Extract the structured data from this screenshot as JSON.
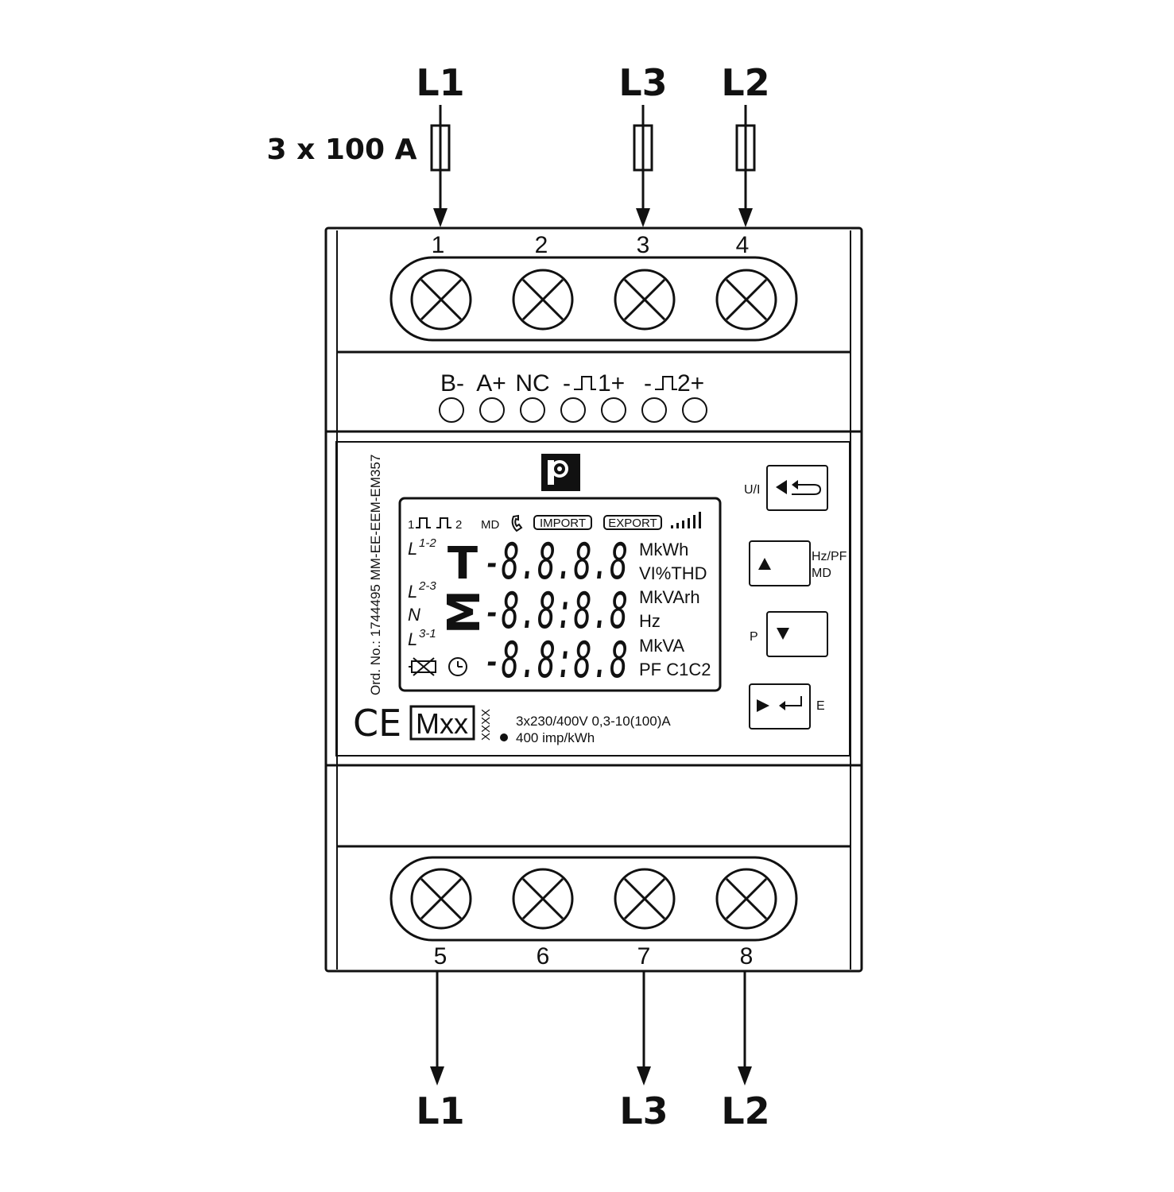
{
  "leads": {
    "top": [
      "L1",
      "L3",
      "L2"
    ],
    "bottom": [
      "L1",
      "L3",
      "L2"
    ]
  },
  "fuse_label": "3 x 100 A",
  "terminals": {
    "top_numbers": [
      "1",
      "2",
      "3",
      "4"
    ],
    "bottom_numbers": [
      "5",
      "6",
      "7",
      "8"
    ]
  },
  "signal_terminals": {
    "b_minus": "B-",
    "a_plus": "A+",
    "nc": "NC",
    "pulse1": "1+",
    "pulse2": "2+",
    "minus": "-"
  },
  "order_number": "Ord. No.: 1744495 MM-EE-EEM-EM357",
  "lcd": {
    "pulse1": "1",
    "pulse2": "2",
    "md": "MD",
    "import": "IMPORT",
    "export": "EXPORT",
    "l12": "L",
    "l12_sup": "1-2",
    "l23": "L",
    "l23_sup": "2-3",
    "n": "N",
    "l31": "L",
    "l31_sup": "3-1",
    "row_t": "T",
    "row_m": "M",
    "digits1": "-8.8.8.8",
    "digits2": "-8.8:8.8",
    "digits3": "-8.8:8.8",
    "units": [
      "MkWh",
      "VI%THD",
      "MkVArh",
      "Hz",
      "MkVA",
      "PF C1C2"
    ]
  },
  "buttons": {
    "ui_label": "U/I",
    "hzpf_label": "Hz/PF",
    "md_label": "MD",
    "p_label": "P",
    "e_label": "E"
  },
  "marks": {
    "ce": "CE",
    "mxx": "Mxx",
    "xxxx": "XXXX"
  },
  "spec": {
    "line1": "3x230/400V 0,3-10(100)A",
    "line2": "400 imp/kWh"
  }
}
